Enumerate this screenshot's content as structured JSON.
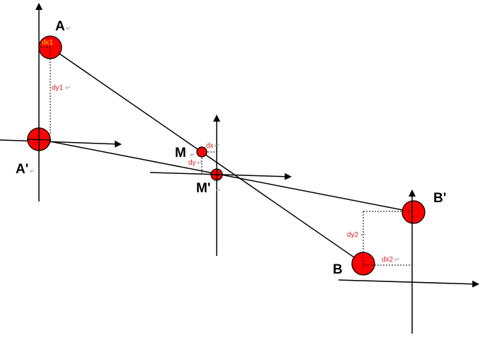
{
  "labels": {
    "A": "A",
    "A_prime": "A'",
    "M": "M",
    "M_prime": "M'",
    "B": "B",
    "B_prime": "B'"
  },
  "measures": {
    "dx1": "dx1",
    "dy1": "dy1",
    "dx": "dx",
    "dy": "dy",
    "dx2": "dx2",
    "dy2": "dy2"
  },
  "return_mark": "↵",
  "colors": {
    "ball": "#ff0000",
    "measure": "#e02020",
    "dx1": "#ffd700"
  }
}
